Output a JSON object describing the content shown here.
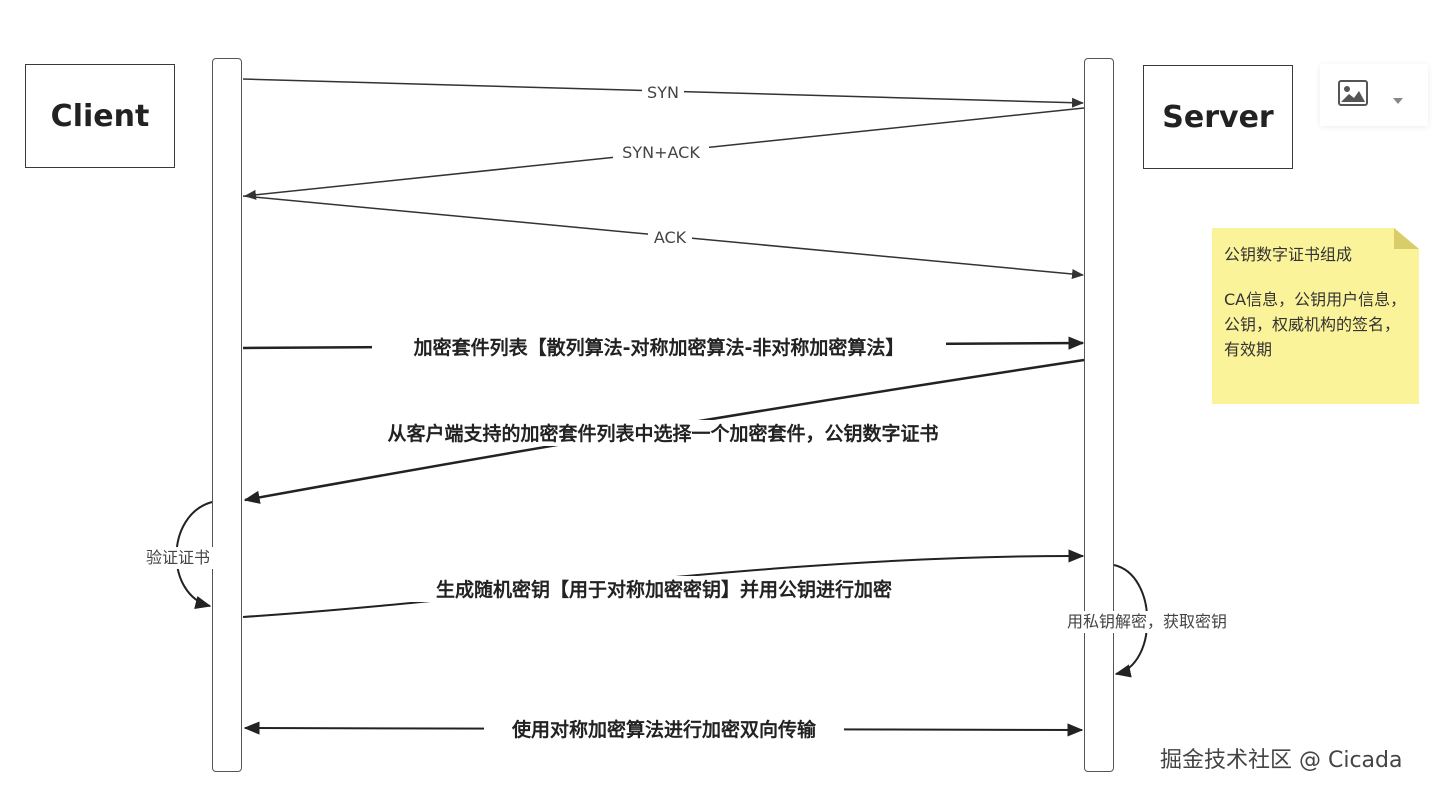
{
  "participants": {
    "client": "Client",
    "server": "Server"
  },
  "messages": {
    "syn": "SYN",
    "syn_ack": "SYN+ACK",
    "ack": "ACK",
    "cipher_list": "加密套件列表【散列算法-对称加密算法-非对称加密算法】",
    "server_choice": "从客户端支持的加密套件列表中选择一个加密套件，公钥数字证书",
    "verify_cert": "验证证书",
    "gen_key": "生成随机密钥【用于对称加密密钥】并用公钥进行加密",
    "decrypt_key": "用私钥解密，获取密钥",
    "transfer": "使用对称加密算法进行加密双向传输"
  },
  "note": {
    "title": "公钥数字证书组成",
    "body": "CA信息，公钥用户信息，公钥，权威机构的签名，有效期"
  },
  "icons": {
    "image": "image-icon",
    "dropdown": "caret-down-icon"
  },
  "watermark": "掘金技术社区 @ Cicada",
  "colors": {
    "note_bg": "#fbf39a",
    "line": "#333333"
  }
}
